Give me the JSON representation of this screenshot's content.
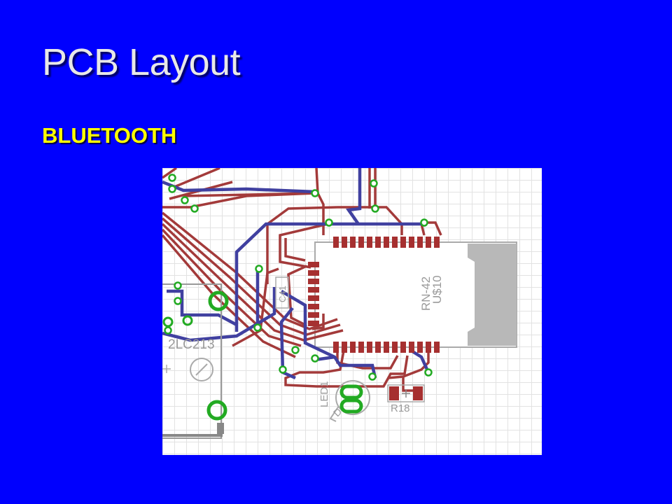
{
  "slide": {
    "title": "PCB Layout",
    "subtitle": "BLUETOOTH"
  },
  "pcb": {
    "labels": {
      "module_type": "RN-42",
      "module_ref": "U$10",
      "component_left": "2LC213",
      "led_ref": "LED1",
      "led_mark": "D",
      "resistor_ref": "R18",
      "small_ref": "C41"
    },
    "colors": {
      "background": "#0000fe",
      "title": "#e8e8e8",
      "subtitle": "#ffff00",
      "trace_top": "#a33a3a",
      "trace_bottom": "#4040a0",
      "via": "#22aa22",
      "pad": "#a63030",
      "outline": "#999999"
    }
  }
}
